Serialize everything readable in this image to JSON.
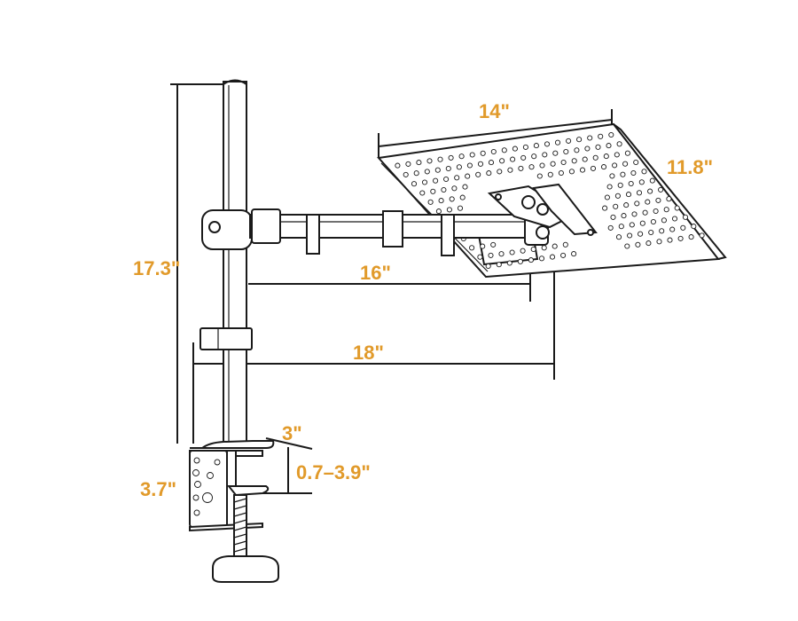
{
  "labels": {
    "tray_width": "14\"",
    "tray_depth": "11.8\"",
    "pole_height": "17.3\"",
    "arm_reach": "16\"",
    "total_reach": "18\"",
    "clamp_depth": "3\"",
    "clamp_range": "0.7–3.9\"",
    "clamp_height": "3.7\""
  },
  "colors": {
    "label": "#e19a2a",
    "line": "#1a1a1a",
    "background": "#ffffff"
  }
}
